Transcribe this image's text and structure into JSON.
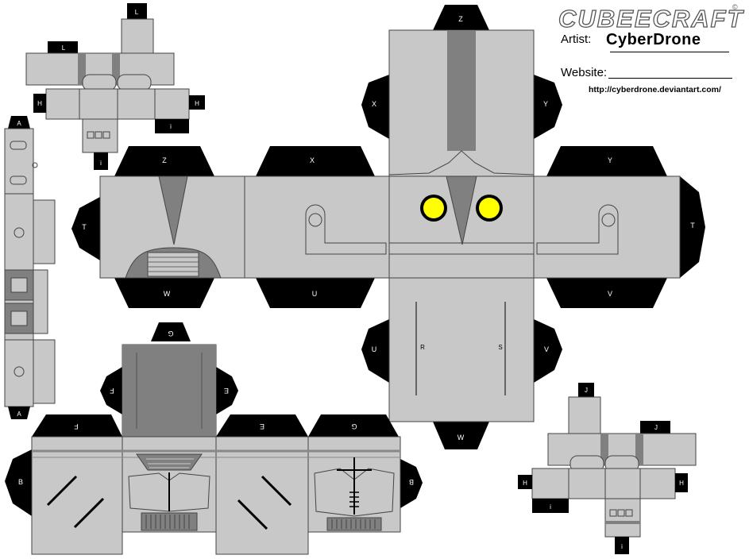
{
  "header": {
    "logo_text": "CUBEECRAFT",
    "logo_mark": "©",
    "artist_label": "Artist:",
    "artist_name": "CyberDrone",
    "website_label": "Website:",
    "website_url": "http://cyberdrone.deviantart.com/"
  },
  "tabs": {
    "L": "L",
    "H": "H",
    "i": "i",
    "A": "A",
    "J": "J",
    "Z": "Z",
    "X": "X",
    "Y": "Y",
    "T": "T",
    "W": "W",
    "U": "U",
    "V": "V",
    "R": "R",
    "S": "S",
    "G": "G",
    "F": "F",
    "E": "E",
    "B": "B"
  },
  "colors": {
    "paper": "#c8c8c8",
    "dark_panel": "#808080",
    "tab": "#000000",
    "eyes": "#ffff00"
  }
}
